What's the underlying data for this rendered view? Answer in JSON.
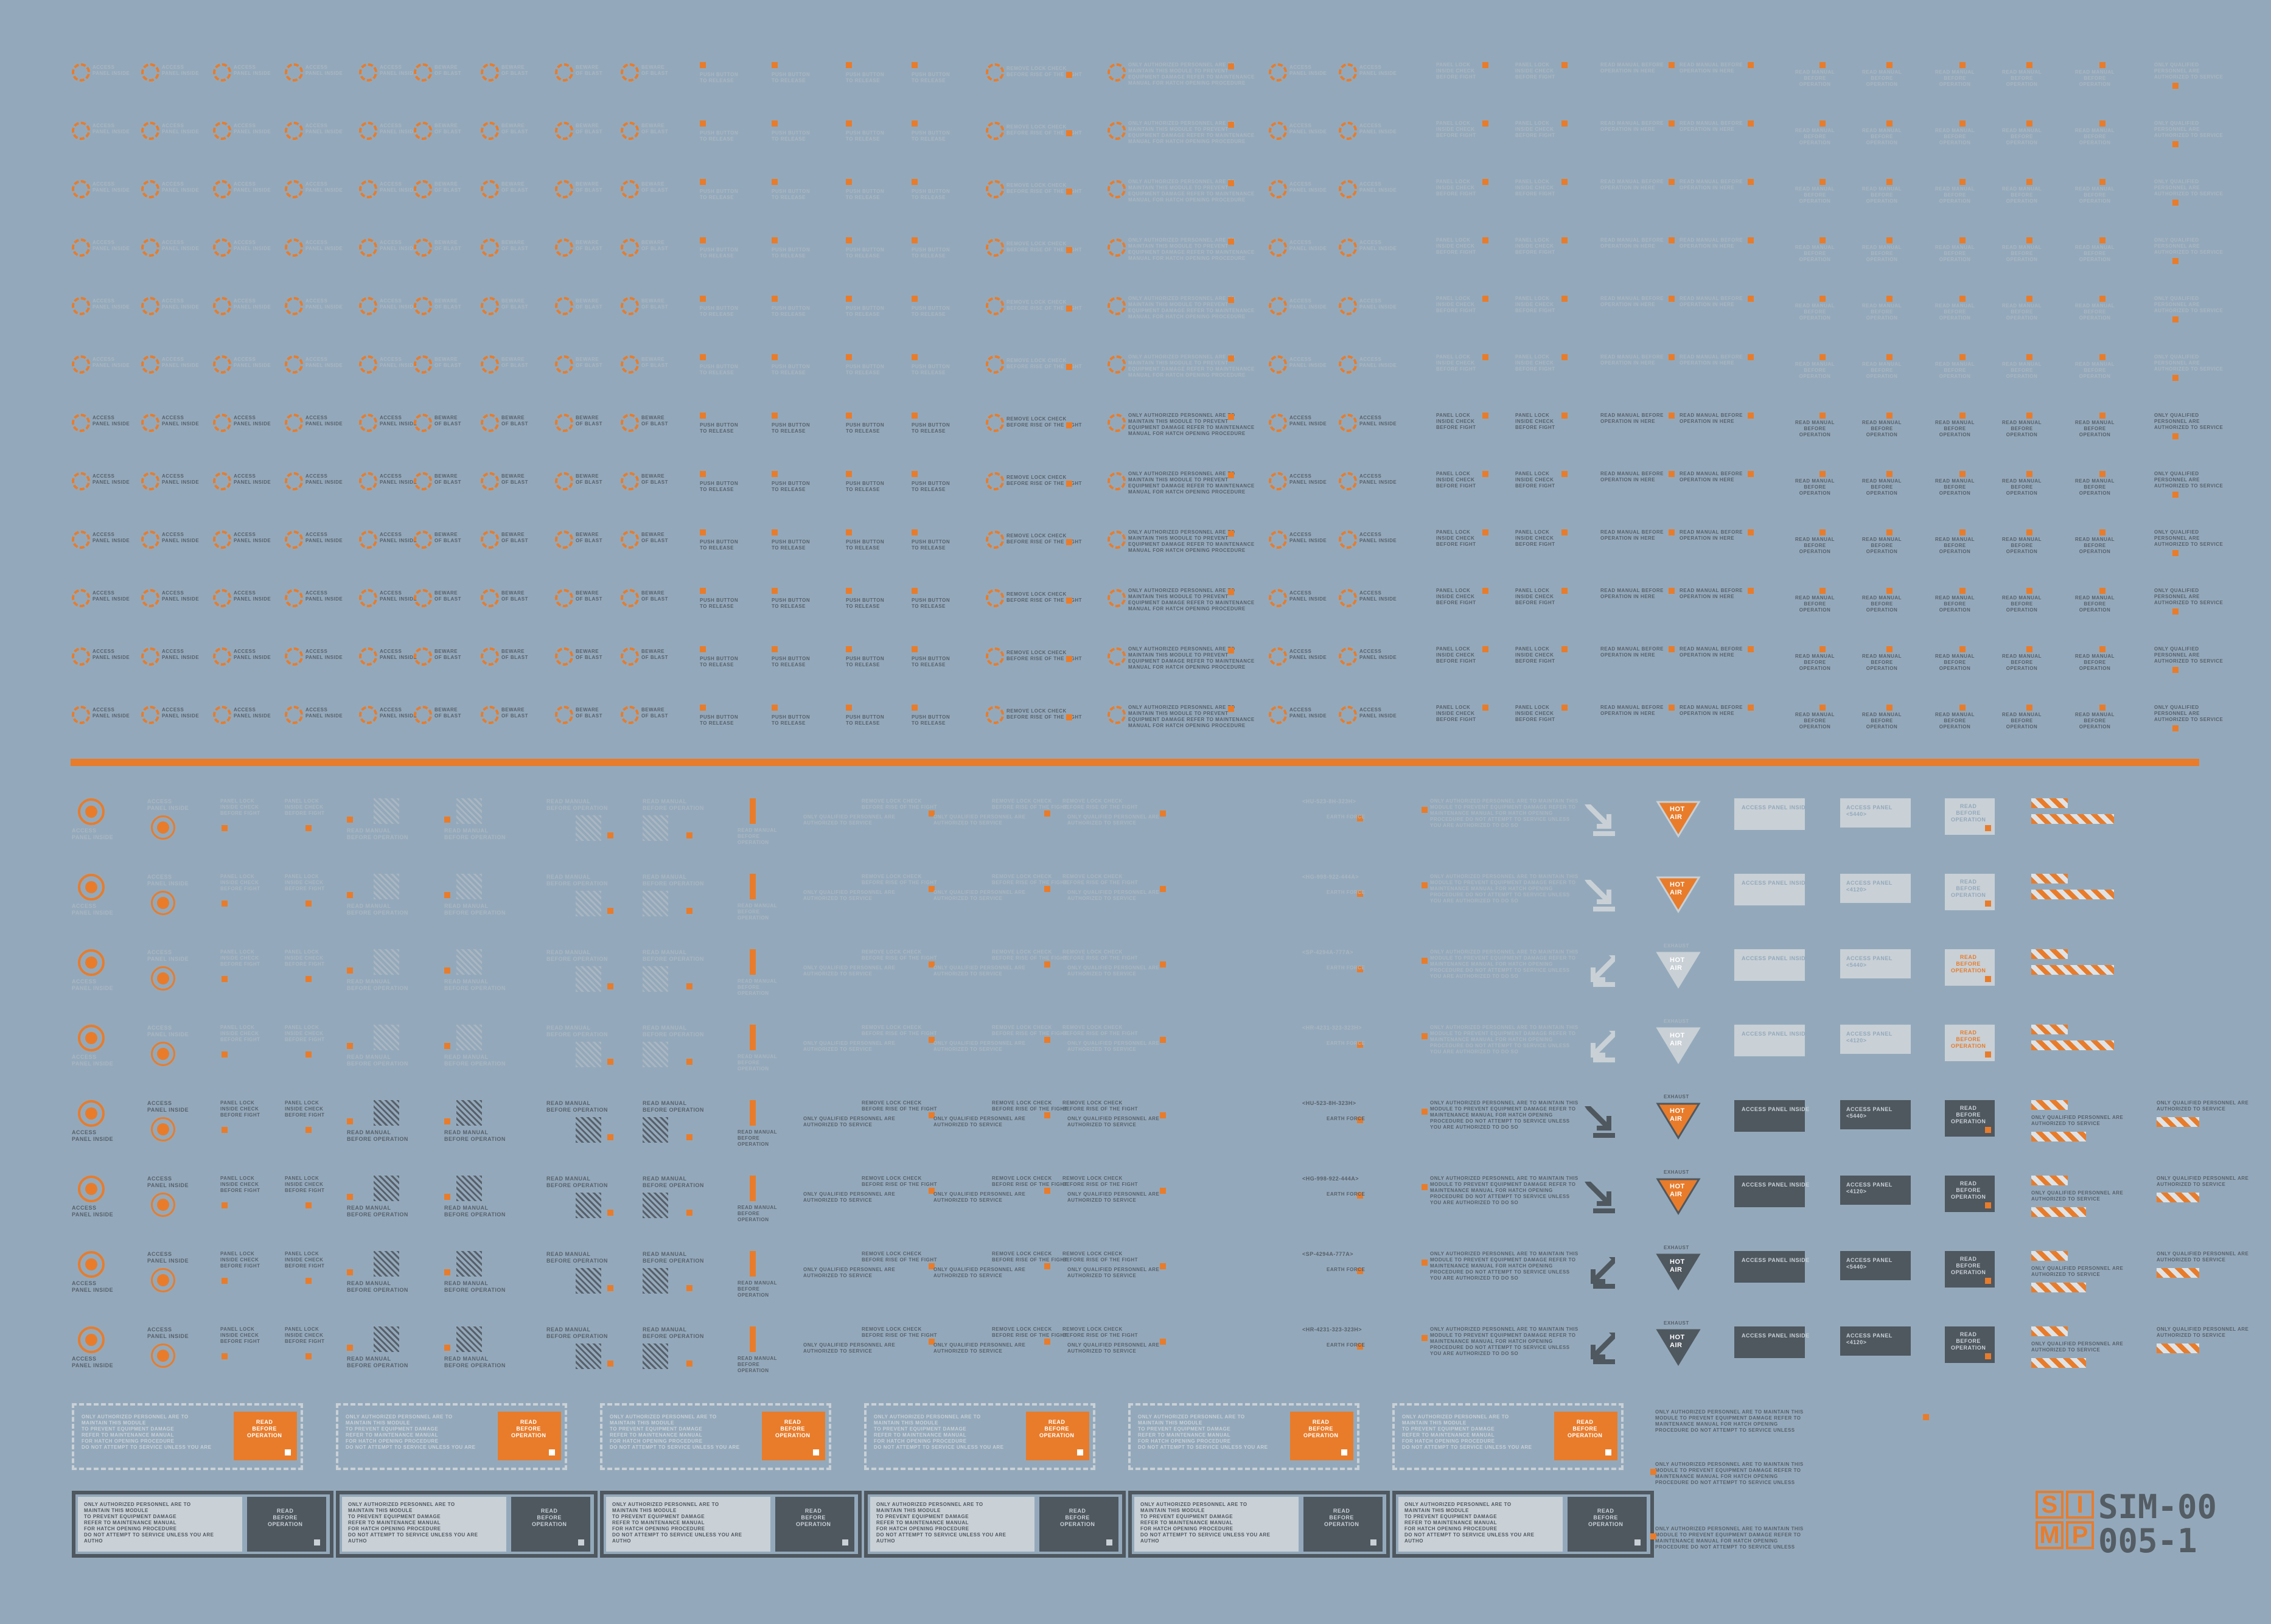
{
  "sheet": {
    "code_line1": "SIM-00",
    "code_line2": "005-1",
    "logo_letters": [
      "S",
      "I",
      "M",
      "P"
    ]
  },
  "colors": {
    "background": "#93a9bb",
    "accent": "#e87c2b",
    "light": "#c9d0d6",
    "dark": "#4f575f"
  },
  "labels": {
    "access_panel_1": "ACCESS",
    "access_panel_2": "PANEL INSIDE",
    "beware_1": "BEWARE",
    "beware_2": "OF BLAST",
    "push_1": "PUSH BUTTON",
    "push_2": "TO RELEASE",
    "hands_1": "REMOVE LOCK CHECK",
    "hands_2": "BEFORE RISE OF THE FIGHT",
    "auth_1": "ONLY AUTHORIZED PERSONNEL ARE TO",
    "auth_2": "MAINTAIN THIS MODULE TO PREVENT",
    "auth_3": "EQUIPMENT DAMAGE REFER TO MAINTENANCE",
    "auth_4": "MANUAL FOR HATCH OPENING PROCEDURE",
    "panel_lock_1": "PANEL LOCK",
    "panel_lock_2": "INSIDE CHECK",
    "panel_lock_3": "BEFORE FIGHT",
    "read_manual_1": "READ MANUAL BEFORE",
    "read_manual_2": "OPERATION IN HERE",
    "read_1": "READ MANUAL",
    "read_2": "BEFORE",
    "read_3": "OPERATION",
    "qualified_1": "ONLY QUALIFIED",
    "qualified_2": "PERSONNEL ARE",
    "qualified_3": "AUTHORIZED TO SERVICE",
    "read_manual_big_1": "READ MANUAL",
    "read_manual_big_2": "BEFORE OPERATION",
    "hot_1": "HOT",
    "hot_2": "AIR",
    "exhaust": "EXHAUST",
    "access_panel_inside": "ACCESS PANEL INSIDE",
    "access_panel_sub": "ACCESS PANEL",
    "access_code_a": "<5440>",
    "access_code_b": "<4120>",
    "read_before_op_1": "READ",
    "read_before_op_2": "BEFORE",
    "read_before_op_3": "OPERATION",
    "qualified_long_1": "ONLY QUALIFIED PERSONNEL ARE",
    "qualified_long_2": "AUTHORIZED TO SERVICE",
    "serial_a": "<HU-523-8H-323H>",
    "serial_b": "<HG-998-922-444A>",
    "serial_c": "<SP-4294A-777A>",
    "serial_d": "<HR-4231-323-323H>",
    "earth_force": "EARTH FORCE",
    "maint_1": "ONLY AUTHORIZED PERSONNEL ARE TO MAINTAIN THIS",
    "maint_2": "MODULE TO PREVENT EQUIPMENT DAMAGE REFER TO",
    "maint_3": "MAINTENANCE MANUAL FOR HATCH OPENING",
    "maint_4": "PROCEDURE DO NOT ATTEMPT TO SERVICE UNLESS",
    "maint_5": "YOU ARE AUTHORIZED TO DO SO",
    "long_panel_1": "ONLY AUTHORIZED PERSONNEL ARE TO",
    "long_panel_2": "MAINTAIN THIS MODULE",
    "long_panel_3": "TO PREVENT EQUIPMENT DAMAGE",
    "long_panel_4": "REFER TO MAINTENANCE MANUAL",
    "long_panel_5": "FOR HATCH OPENING PROCEDURE",
    "long_panel_6": "DO NOT ATTEMPT TO SERVICE UNLESS YOU ARE",
    "long_panel_7": "AUTHO",
    "panel_read_1": "READ",
    "panel_read_2": "BEFORE",
    "panel_read_3": "OPERATION"
  }
}
